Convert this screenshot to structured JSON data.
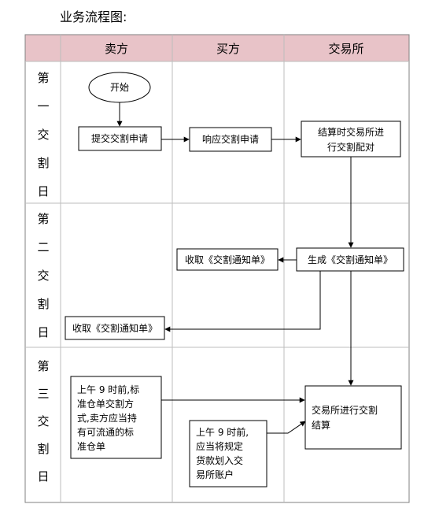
{
  "title": "业务流程图:",
  "colors": {
    "header_bg": "#e8c3c8",
    "line": "#000000",
    "grid": "#bdbdbd",
    "border": "#808080"
  },
  "columns": [
    "卖方",
    "买方",
    "交易所"
  ],
  "rows": [
    [
      "第",
      "一",
      "交",
      "割",
      "日"
    ],
    [
      "第",
      "二",
      "交",
      "割",
      "日"
    ],
    [
      "第",
      "三",
      "交",
      "割",
      "日"
    ]
  ],
  "nodes": {
    "start": "开始",
    "submit": "提交交割申请",
    "respond": "响应交割申请",
    "match": [
      "结算时交易所进",
      "行交割配对"
    ],
    "generate": "生成《交割通知单》",
    "buyer_receive": "收取《交割通知单》",
    "seller_receive": "收取《交割通知单》",
    "seller_deliver": [
      "上午 9 时前,标",
      "准仓单交割方",
      "式,卖方应当持",
      "有可流通的标",
      "准仓单"
    ],
    "buyer_pay": [
      "上午 9 时前,",
      "应当将规定",
      "货款划入交",
      "易所账户"
    ],
    "settle": [
      "交易所进行交割",
      "结算"
    ]
  }
}
